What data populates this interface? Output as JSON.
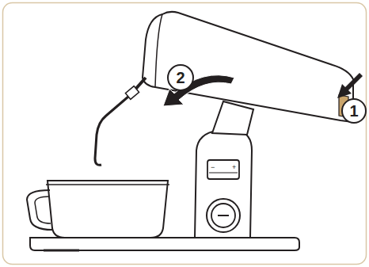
{
  "diagram": {
    "nodes": [
      {
        "text": [
          "2"
        ]
      },
      {
        "text": [
          "1"
        ]
      }
    ],
    "labels": [
      "−",
      "+"
    ]
  }
}
